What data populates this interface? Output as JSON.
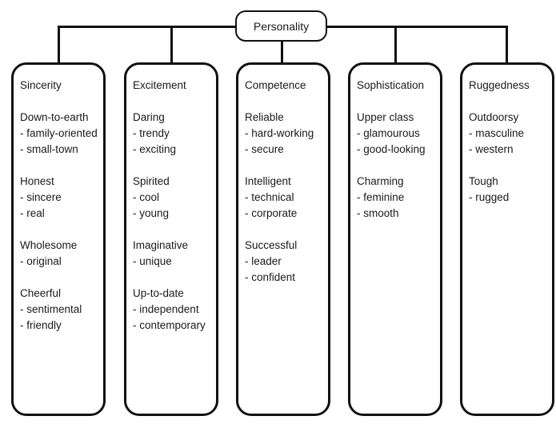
{
  "root": {
    "label": "Personality"
  },
  "colors": {
    "ink": "#111111",
    "background": "#ffffff"
  },
  "columns": [
    {
      "title": "Sincerity",
      "groups": [
        {
          "head": "Down-to-earth",
          "items": [
            "- family-oriented",
            "- small-town"
          ]
        },
        {
          "head": "Honest",
          "items": [
            "- sincere",
            "- real"
          ]
        },
        {
          "head": "Wholesome",
          "items": [
            "- original"
          ]
        },
        {
          "head": "Cheerful",
          "items": [
            "- sentimental",
            "- friendly"
          ]
        }
      ]
    },
    {
      "title": "Excitement",
      "groups": [
        {
          "head": "Daring",
          "items": [
            "- trendy",
            "- exciting"
          ]
        },
        {
          "head": "Spirited",
          "items": [
            "- cool",
            "- young"
          ]
        },
        {
          "head": "Imaginative",
          "items": [
            "- unique"
          ]
        },
        {
          "head": "Up-to-date",
          "items": [
            "- independent",
            "- contemporary"
          ]
        }
      ]
    },
    {
      "title": "Competence",
      "groups": [
        {
          "head": "Reliable",
          "items": [
            "- hard-working",
            "- secure"
          ]
        },
        {
          "head": "Intelligent",
          "items": [
            "- technical",
            "- corporate"
          ]
        },
        {
          "head": "Successful",
          "items": [
            "- leader",
            "- confident"
          ]
        }
      ]
    },
    {
      "title": "Sophistication",
      "groups": [
        {
          "head": "Upper class",
          "items": [
            "- glamourous",
            "- good-looking"
          ]
        },
        {
          "head": "Charming",
          "items": [
            "- feminine",
            "- smooth"
          ]
        }
      ]
    },
    {
      "title": "Ruggedness",
      "groups": [
        {
          "head": "Outdoorsy",
          "items": [
            "- masculine",
            "- western"
          ]
        },
        {
          "head": "Tough",
          "items": [
            "- rugged"
          ]
        }
      ]
    }
  ]
}
